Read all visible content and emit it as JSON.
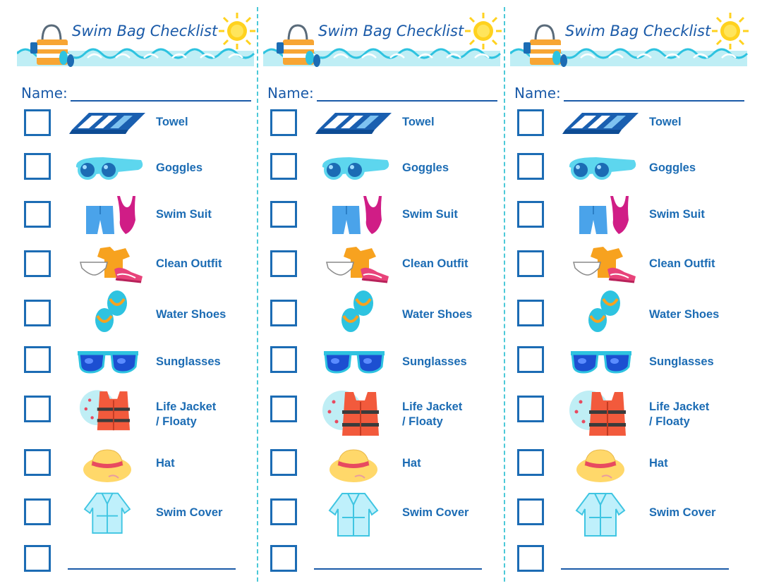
{
  "checklists": [
    {
      "title": "Swim Bag Checklist",
      "name_label": "Name:",
      "items": [
        {
          "label": "Towel",
          "icon": "towel-icon"
        },
        {
          "label": "Goggles",
          "icon": "goggles-icon"
        },
        {
          "label": "Swim Suit",
          "icon": "swimsuit-icon"
        },
        {
          "label": "Clean Outfit",
          "icon": "outfit-icon"
        },
        {
          "label": "Water Shoes",
          "icon": "water-shoes-icon"
        },
        {
          "label": "Sunglasses",
          "icon": "sunglasses-icon"
        },
        {
          "label_line1": "Life Jacket",
          "label_line2": "/ Floaty",
          "icon": "life-jacket-icon"
        },
        {
          "label": "Hat",
          "icon": "hat-icon"
        },
        {
          "label": "Swim Cover",
          "icon": "swim-cover-icon"
        }
      ]
    },
    {
      "title": "Swim Bag Checklist",
      "name_label": "Name:",
      "items": [
        {
          "label": "Towel",
          "icon": "towel-icon"
        },
        {
          "label": "Goggles",
          "icon": "goggles-icon"
        },
        {
          "label": "Swim Suit",
          "icon": "swimsuit-icon"
        },
        {
          "label": "Clean Outfit",
          "icon": "outfit-icon"
        },
        {
          "label": "Water Shoes",
          "icon": "water-shoes-icon"
        },
        {
          "label": "Sunglasses",
          "icon": "sunglasses-icon"
        },
        {
          "label_line1": "Life Jacket",
          "label_line2": "/ Floaty",
          "icon": "life-jacket-icon"
        },
        {
          "label": "Hat",
          "icon": "hat-icon"
        },
        {
          "label": "Swim Cover",
          "icon": "swim-cover-icon"
        }
      ]
    },
    {
      "title": "Swim Bag Checklist",
      "name_label": "Name:",
      "items": [
        {
          "label": "Towel",
          "icon": "towel-icon"
        },
        {
          "label": "Goggles",
          "icon": "goggles-icon"
        },
        {
          "label": "Swim Suit",
          "icon": "swimsuit-icon"
        },
        {
          "label": "Clean Outfit",
          "icon": "outfit-icon"
        },
        {
          "label": "Water Shoes",
          "icon": "water-shoes-icon"
        },
        {
          "label": "Sunglasses",
          "icon": "sunglasses-icon"
        },
        {
          "label_line1": "Life Jacket",
          "label_line2": "/ Floaty",
          "icon": "life-jacket-icon"
        },
        {
          "label": "Hat",
          "icon": "hat-icon"
        },
        {
          "label": "Swim Cover",
          "icon": "swim-cover-icon"
        }
      ]
    }
  ],
  "colors": {
    "text_blue": "#1c6cb4",
    "title_blue": "#1a5aa8",
    "wave_light": "#bfeef5",
    "divider": "#4cc9d8",
    "sun": "#ffd21f"
  }
}
